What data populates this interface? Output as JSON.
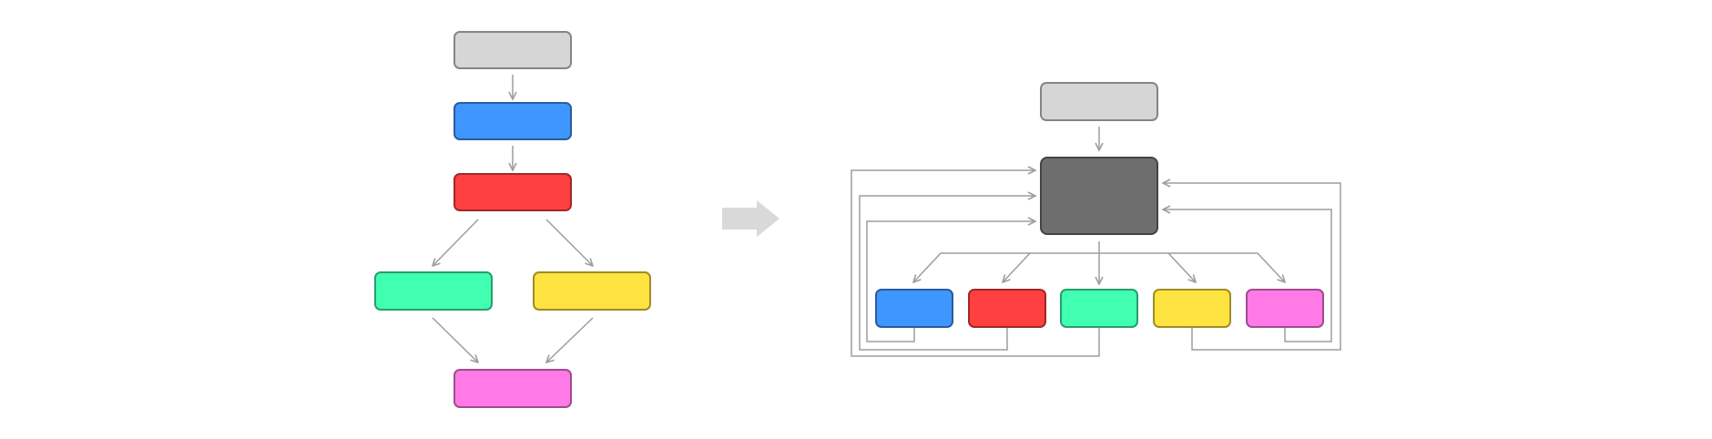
{
  "colors": {
    "gray": "#d6d6d6",
    "dark": "#6e6e6e",
    "blue": "#4096ff",
    "red": "#ff4040",
    "green": "#40ffb0",
    "yellow": "#ffe340",
    "magenta": "#ff7ae6",
    "connector": "#9e9e9e",
    "transform_arrow": "#d9d9d9"
  },
  "left_diagram": {
    "nodes": [
      {
        "id": "start",
        "color": "gray"
      },
      {
        "id": "step-1",
        "color": "blue"
      },
      {
        "id": "step-2",
        "color": "red"
      },
      {
        "id": "branch-a",
        "color": "green"
      },
      {
        "id": "branch-b",
        "color": "yellow"
      },
      {
        "id": "join",
        "color": "magenta"
      }
    ]
  },
  "right_diagram": {
    "nodes": [
      {
        "id": "start",
        "color": "gray"
      },
      {
        "id": "orchestrator",
        "color": "dark"
      },
      {
        "id": "worker-1",
        "color": "blue"
      },
      {
        "id": "worker-2",
        "color": "red"
      },
      {
        "id": "worker-3",
        "color": "green"
      },
      {
        "id": "worker-4",
        "color": "yellow"
      },
      {
        "id": "worker-5",
        "color": "magenta"
      }
    ]
  }
}
